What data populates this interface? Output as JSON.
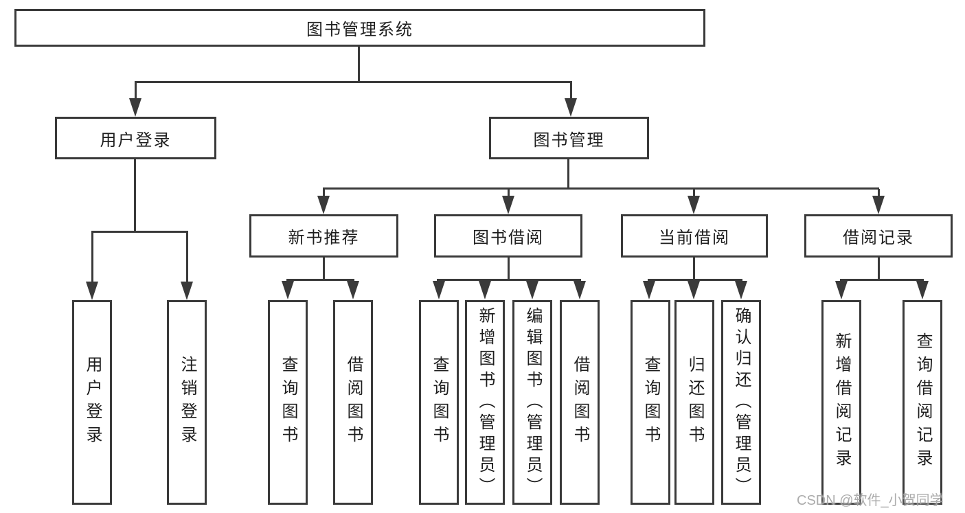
{
  "diagram_type": "functional-structure-tree",
  "tree": {
    "label": "图书管理系统",
    "children": [
      {
        "label": "用户登录",
        "children": [
          {
            "label": "用户登录"
          },
          {
            "label": "注销登录"
          }
        ]
      },
      {
        "label": "图书管理",
        "children": [
          {
            "label": "新书推荐",
            "children": [
              {
                "label": "查询图书"
              },
              {
                "label": "借阅图书"
              }
            ]
          },
          {
            "label": "图书借阅",
            "children": [
              {
                "label": "查询图书"
              },
              {
                "label": "新增图书（管理员）"
              },
              {
                "label": "编辑图书（管理员）"
              },
              {
                "label": "借阅图书"
              }
            ]
          },
          {
            "label": "当前借阅",
            "children": [
              {
                "label": "查询图书"
              },
              {
                "label": "归还图书"
              },
              {
                "label": "确认归还（管理员）"
              }
            ]
          },
          {
            "label": "借阅记录",
            "children": [
              {
                "label": "新增借阅记录"
              },
              {
                "label": "查询借阅记录"
              }
            ]
          }
        ]
      }
    ]
  },
  "watermark": {
    "text": "CSDN @软件_小贺同学"
  },
  "colors": {
    "line": "#3a3a3a",
    "text": "#1e1e1e",
    "background": "#ffffff",
    "watermark": "#a3a3a3"
  }
}
